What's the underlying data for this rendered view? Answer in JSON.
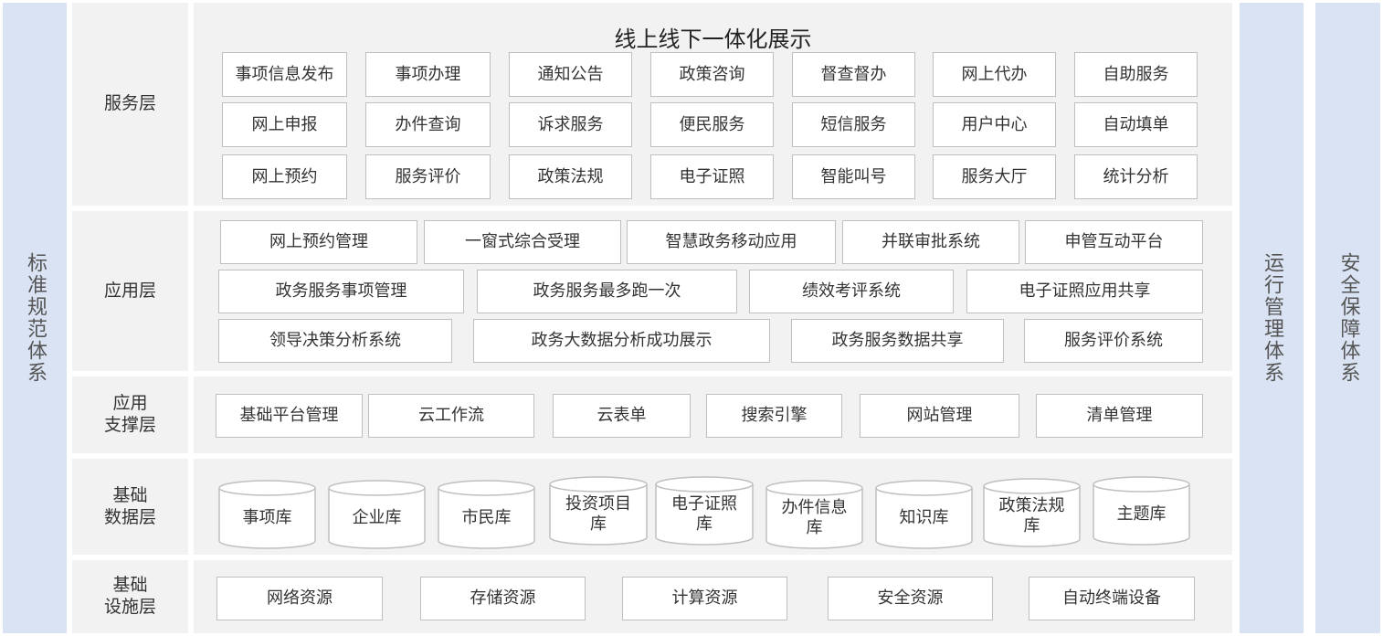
{
  "side_left": "标准规范体系",
  "side_right_1": "运行管理体系",
  "side_right_2": "安全保障体系",
  "layers": {
    "service": {
      "label": "服务层",
      "title": "线上线下一体化展示",
      "rows": [
        [
          "事项信息发布",
          "事项办理",
          "通知公告",
          "政策咨询",
          "督查督办",
          "网上代办",
          "自助服务"
        ],
        [
          "网上申报",
          "办件查询",
          "诉求服务",
          "便民服务",
          "短信服务",
          "用户中心",
          "自动填单"
        ],
        [
          "网上预约",
          "服务评价",
          "政策法规",
          "电子证照",
          "智能叫号",
          "服务大厅",
          "统计分析"
        ]
      ]
    },
    "application": {
      "label": "应用层",
      "rows": [
        [
          "网上预约管理",
          "一窗式综合受理",
          "智慧政务移动应用",
          "并联审批系统",
          "申管互动平台"
        ],
        [
          "政务服务事项管理",
          "政务服务最多跑一次",
          "绩效考评系统",
          "电子证照应用共享"
        ],
        [
          "领导决策分析系统",
          "政务大数据分析成功展示",
          "政务服务数据共享",
          "服务评价系统"
        ]
      ]
    },
    "support": {
      "label_l1": "应用",
      "label_l2": "支撑层",
      "items": [
        "基础平台管理",
        "云工作流",
        "云表单",
        "搜索引擎",
        "网站管理",
        "清单管理"
      ]
    },
    "data": {
      "label_l1": "基础",
      "label_l2": "数据层",
      "items": [
        [
          "事项库"
        ],
        [
          "企业库"
        ],
        [
          "市民库"
        ],
        [
          "投资项目",
          "库"
        ],
        [
          "电子证照",
          "库"
        ],
        [
          "办件信息",
          "库"
        ],
        [
          "知识库"
        ],
        [
          "政策法规",
          "库"
        ],
        [
          "主题库"
        ]
      ]
    },
    "infra": {
      "label_l1": "基础",
      "label_l2": "设施层",
      "items": [
        "网络资源",
        "存储资源",
        "计算资源",
        "安全资源",
        "自动终端设备"
      ]
    }
  }
}
